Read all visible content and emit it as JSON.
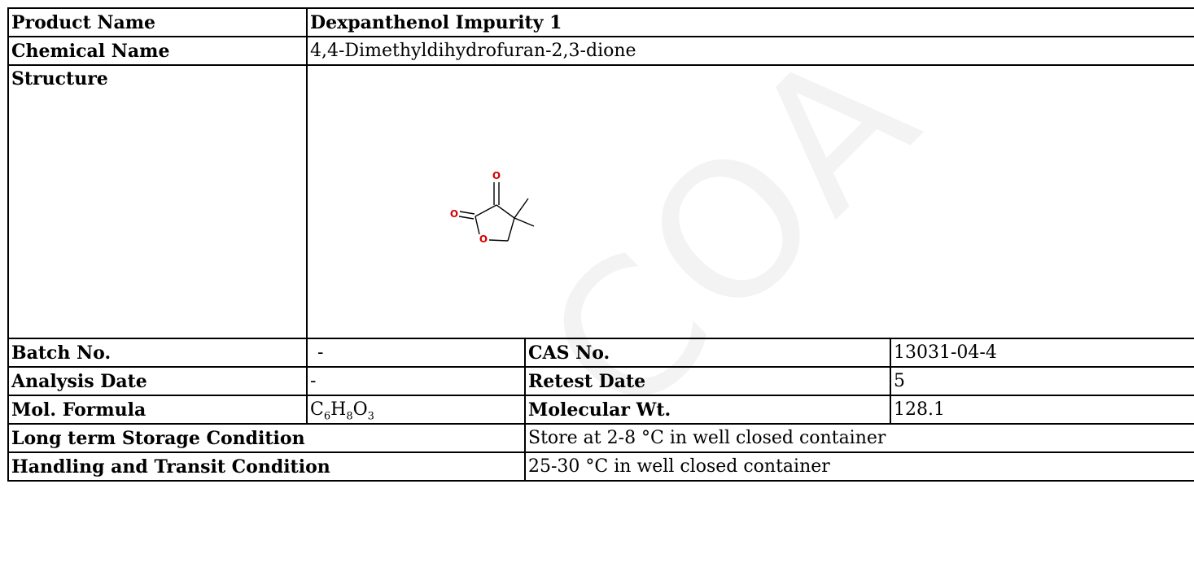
{
  "watermark": "COA",
  "product": {
    "label": "Product Name",
    "value": "Dexpanthenol Impurity 1"
  },
  "chemical": {
    "label": "Chemical Name",
    "value": "4,4-Dimethyldihydrofuran-2,3-dione"
  },
  "structure": {
    "label": "Structure",
    "atoms": {
      "o_top": "O",
      "o_left": "O",
      "o_ring": "O"
    }
  },
  "batch": {
    "label": "Batch No.",
    "value": "-"
  },
  "cas": {
    "label": "CAS No.",
    "value": "13031-04-4"
  },
  "analysis_date": {
    "label": "Analysis Date",
    "value": "-"
  },
  "retest_date": {
    "label": "Retest Date",
    "value": "5"
  },
  "formula": {
    "label": "Mol. Formula",
    "c": "C",
    "c_n": "6",
    "h": "H",
    "h_n": "8",
    "o": "O",
    "o_n": "3"
  },
  "mol_wt": {
    "label": "Molecular Wt.",
    "value": "128.1"
  },
  "storage": {
    "label": "Long term Storage Condition",
    "value": "Store at 2-8 °C in well closed container"
  },
  "handling": {
    "label": "Handling and Transit Condition",
    "value": "25-30 °C in well closed container"
  },
  "colors": {
    "oxygen": "#d40000",
    "border": "#000000",
    "watermark": "#f3f3f3"
  }
}
